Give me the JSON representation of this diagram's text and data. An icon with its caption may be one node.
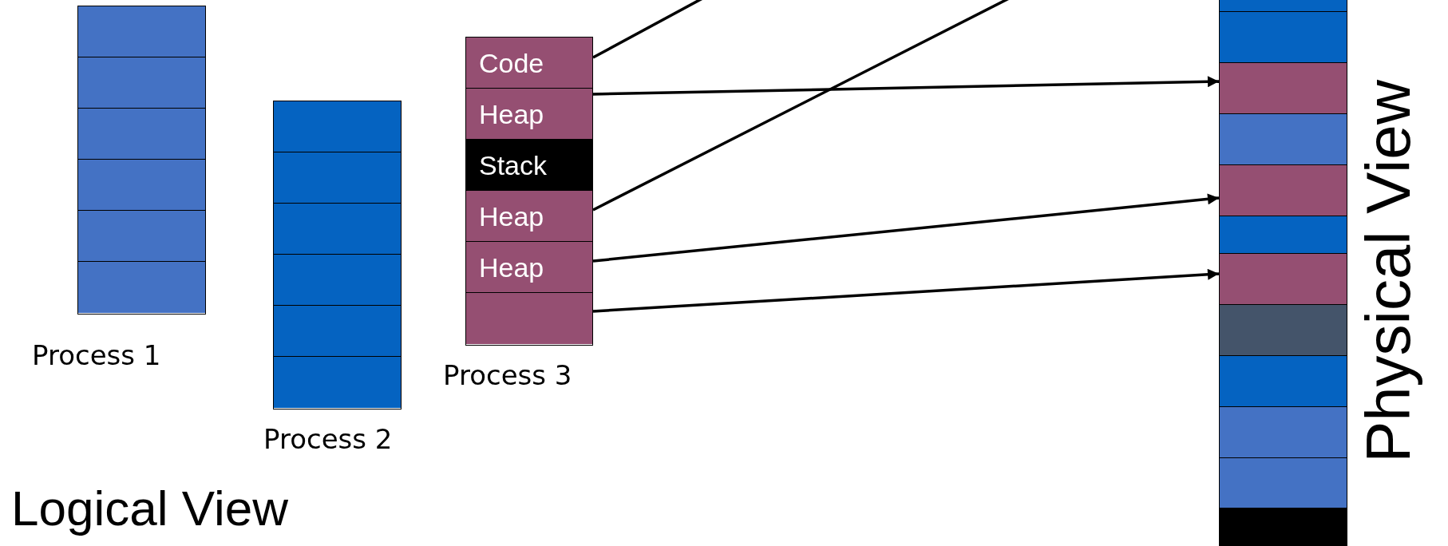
{
  "diagram": {
    "nodes": [
      {
        "text": [],
        "shape": "box",
        "beside": [
          "Process 1"
        ]
      },
      {
        "text": [],
        "shape": "box",
        "in": 0
      },
      {
        "text": [],
        "shape": "box",
        "in": 0
      },
      {
        "text": [],
        "shape": "box",
        "in": 0
      },
      {
        "text": [],
        "shape": "box",
        "in": 0
      },
      {
        "text": [],
        "shape": "box",
        "in": 0
      },
      {
        "text": [],
        "shape": "box",
        "in": 0
      },
      {
        "text": [],
        "shape": "box",
        "beside": [
          "Process 2"
        ]
      },
      {
        "text": [],
        "shape": "box",
        "in": 7
      },
      {
        "text": [],
        "shape": "box",
        "in": 7
      },
      {
        "text": [],
        "shape": "box",
        "in": 7
      },
      {
        "text": [],
        "shape": "box",
        "in": 7
      },
      {
        "text": [],
        "shape": "box",
        "in": 7
      },
      {
        "text": [],
        "shape": "box",
        "in": 7
      },
      {
        "text": [],
        "shape": "box",
        "beside": [
          "Process 3"
        ]
      },
      {
        "text": [
          "Code"
        ],
        "in": 14
      },
      {
        "text": [
          "Heap"
        ],
        "in": 14
      },
      {
        "text": [
          "Stack"
        ],
        "in": 14
      },
      {
        "text": [
          "Heap"
        ],
        "in": 14
      },
      {
        "text": [
          "Heap"
        ],
        "in": 14
      },
      {
        "text": [],
        "shape": "box",
        "in": 14
      },
      {
        "text": [],
        "shape": "box"
      },
      {
        "text": [],
        "shape": "box",
        "in": 21
      },
      {
        "text": [],
        "shape": "box",
        "in": 21
      },
      {
        "text": [],
        "shape": "box",
        "in": 21
      },
      {
        "text": [],
        "shape": "box",
        "in": 21
      },
      {
        "text": [],
        "shape": "box",
        "in": 21
      },
      {
        "text": [],
        "shape": "box",
        "in": 21
      },
      {
        "text": [],
        "shape": "box",
        "in": 21
      },
      {
        "text": [],
        "shape": "box",
        "in": 21
      },
      {
        "text": [],
        "shape": "box",
        "in": 21
      },
      {
        "text": [],
        "shape": "box",
        "in": 21
      },
      {
        "text": [],
        "shape": "box",
        "in": 21
      },
      {
        "text": [],
        "shape": "box",
        "in": 21
      }
    ],
    "edges": [
      {
        "from": 15,
        "to": null,
        "arrow": "none"
      },
      {
        "from": 16,
        "to": 24,
        "arrow": "to"
      },
      {
        "from": 18,
        "to": null,
        "arrow": "none"
      },
      {
        "from": 19,
        "to": 26,
        "arrow": "to"
      },
      {
        "from": 20,
        "to": 28,
        "arrow": "to"
      }
    ],
    "labels": [
      "Logical View",
      "Physical View"
    ]
  }
}
